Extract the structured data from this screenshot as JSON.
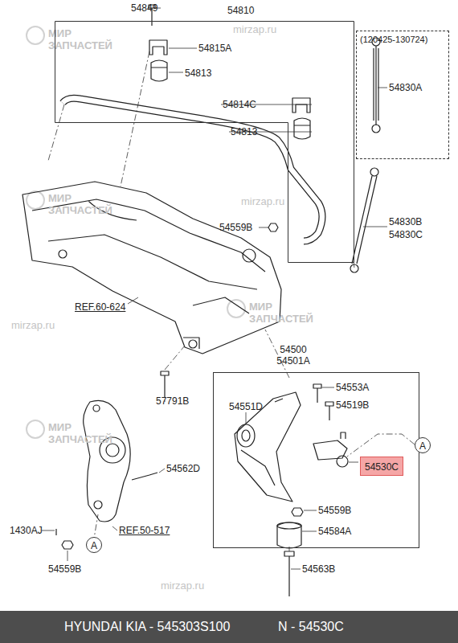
{
  "diagram": {
    "nodes": [
      {
        "text": [
          "54810"
        ]
      },
      {
        "text": [
          "(120425-130724)"
        ]
      },
      {
        "text": [
          "54500 54501A"
        ]
      },
      {
        "text": [
          "54530C"
        ],
        "in": 2
      },
      {
        "text": [
          "A"
        ]
      },
      {
        "text": [
          "A"
        ]
      }
    ],
    "labels": [
      "54849",
      "54815A",
      "54813",
      "54814C",
      "54813",
      "54830A",
      "54559B",
      "54830B",
      "54830C",
      "REF.60-624",
      "57791B",
      "54551D",
      "54553A",
      "54519B",
      "54562D",
      "1430AJ",
      "REF.50-517",
      "54559B",
      "54584A",
      "54559B",
      "54563B",
      "МИР ЗАПЧАСТЕЙ",
      "mirzap.ru",
      "МИР ЗАПЧАСТЕЙ",
      "mirzap.ru",
      "МИР ЗАПЧАСТЕЙ",
      "mirzap.ru",
      "МИР ЗАПЧАСТЕЙ",
      "mirzap.ru",
      "HYUNDAI KIA - 545303S100",
      "N - 54530C"
    ]
  }
}
